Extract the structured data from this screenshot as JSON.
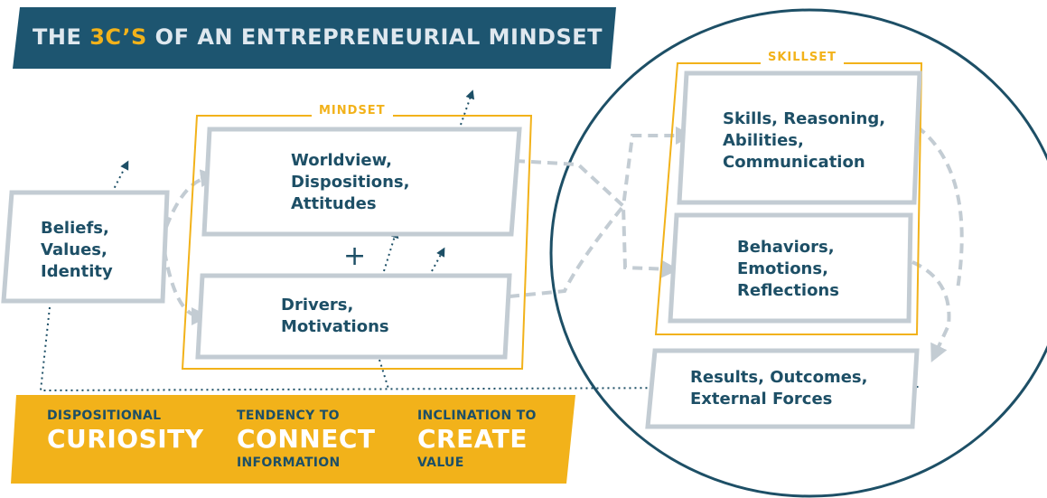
{
  "title": {
    "prefix": "THE ",
    "accent": "3C’S",
    "suffix": " OF AN ENTREPRENEURIAL MINDSET"
  },
  "frames": {
    "mindset_label": "MINDSET",
    "skillset_label": "SKILLSET"
  },
  "nodes": {
    "beliefs": [
      "Beliefs,",
      "Values,",
      "Identity"
    ],
    "worldview": [
      "Worldview,",
      "Dispositions,",
      "Attitudes"
    ],
    "drivers": [
      "Drivers,",
      "Motivations"
    ],
    "skills": [
      "Skills, Reasoning,",
      "Abilities,",
      "Communication"
    ],
    "behaviors": [
      "Behaviors,",
      "Emotions,",
      "Reflections"
    ],
    "results": [
      "Results, Outcomes,",
      "External Forces"
    ]
  },
  "plus": "+",
  "three_cs": [
    {
      "top": "DISPOSITIONAL",
      "big": "CURIOSITY",
      "bottom": ""
    },
    {
      "top": "TENDENCY TO",
      "big": "CONNECT",
      "bottom": "INFORMATION"
    },
    {
      "top": "INCLINATION TO",
      "big": "CREATE",
      "bottom": "VALUE"
    }
  ],
  "colors": {
    "navy": "#1d4f66",
    "gold": "#f2b21a",
    "gray": "#c3ccd3",
    "banner": "#1d5570"
  }
}
